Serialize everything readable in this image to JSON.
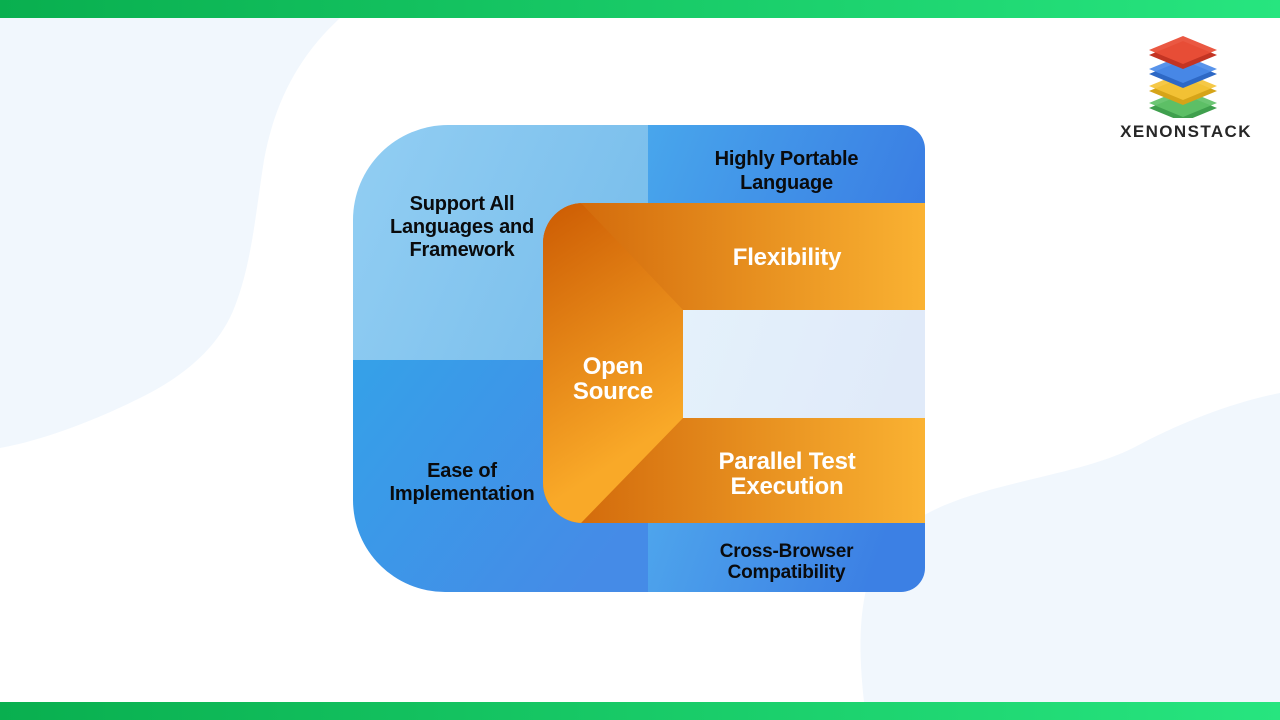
{
  "brand": {
    "name": "XENONSTACK",
    "layers": [
      {
        "name": "red",
        "top": "#E94F38",
        "side": "#C33423"
      },
      {
        "name": "blue",
        "top": "#4A8AE8",
        "side": "#2D68C5"
      },
      {
        "name": "yellow",
        "top": "#F4C337",
        "side": "#D6A418"
      },
      {
        "name": "green",
        "top": "#5FC168",
        "side": "#3F9F4D"
      }
    ]
  },
  "accent_bars": {
    "gradient_start": "#09AF4F",
    "gradient_end": "#27E57F"
  },
  "background": {
    "blob_color": "#F1F7FD"
  },
  "diagram": {
    "quadrants": {
      "top_left": {
        "label": "Support All\nLanguages and\nFramework",
        "gradient_start": "#92CEF3",
        "gradient_end": "#7BBFEC"
      },
      "top_right": {
        "label": "Highly Portable\nLanguage",
        "gradient_start": "#48A6EC",
        "gradient_end": "#3A7DE3"
      },
      "bottom_left": {
        "label": "Ease of\nImplementation",
        "gradient_start": "#35A1E8",
        "gradient_end": "#458BE7"
      },
      "bottom_right": {
        "label": "Cross-Browser\nCompatibility",
        "gradient_start": "#52ADEE",
        "gradient_end": "#3C80E4"
      }
    },
    "ring": {
      "top_band_label": "Flexibility",
      "bottom_band_label": "Parallel Test\nExecution",
      "center_label": "Open\nSource",
      "band_gradient_start": "#CF6408",
      "band_gradient_end": "#FAB232",
      "panel_gradient_start": "#CC5B03",
      "panel_gradient_end": "#F9A928",
      "inner_gradient_start": "#E4F1FB",
      "inner_gradient_end": "#E0EAF9"
    }
  }
}
